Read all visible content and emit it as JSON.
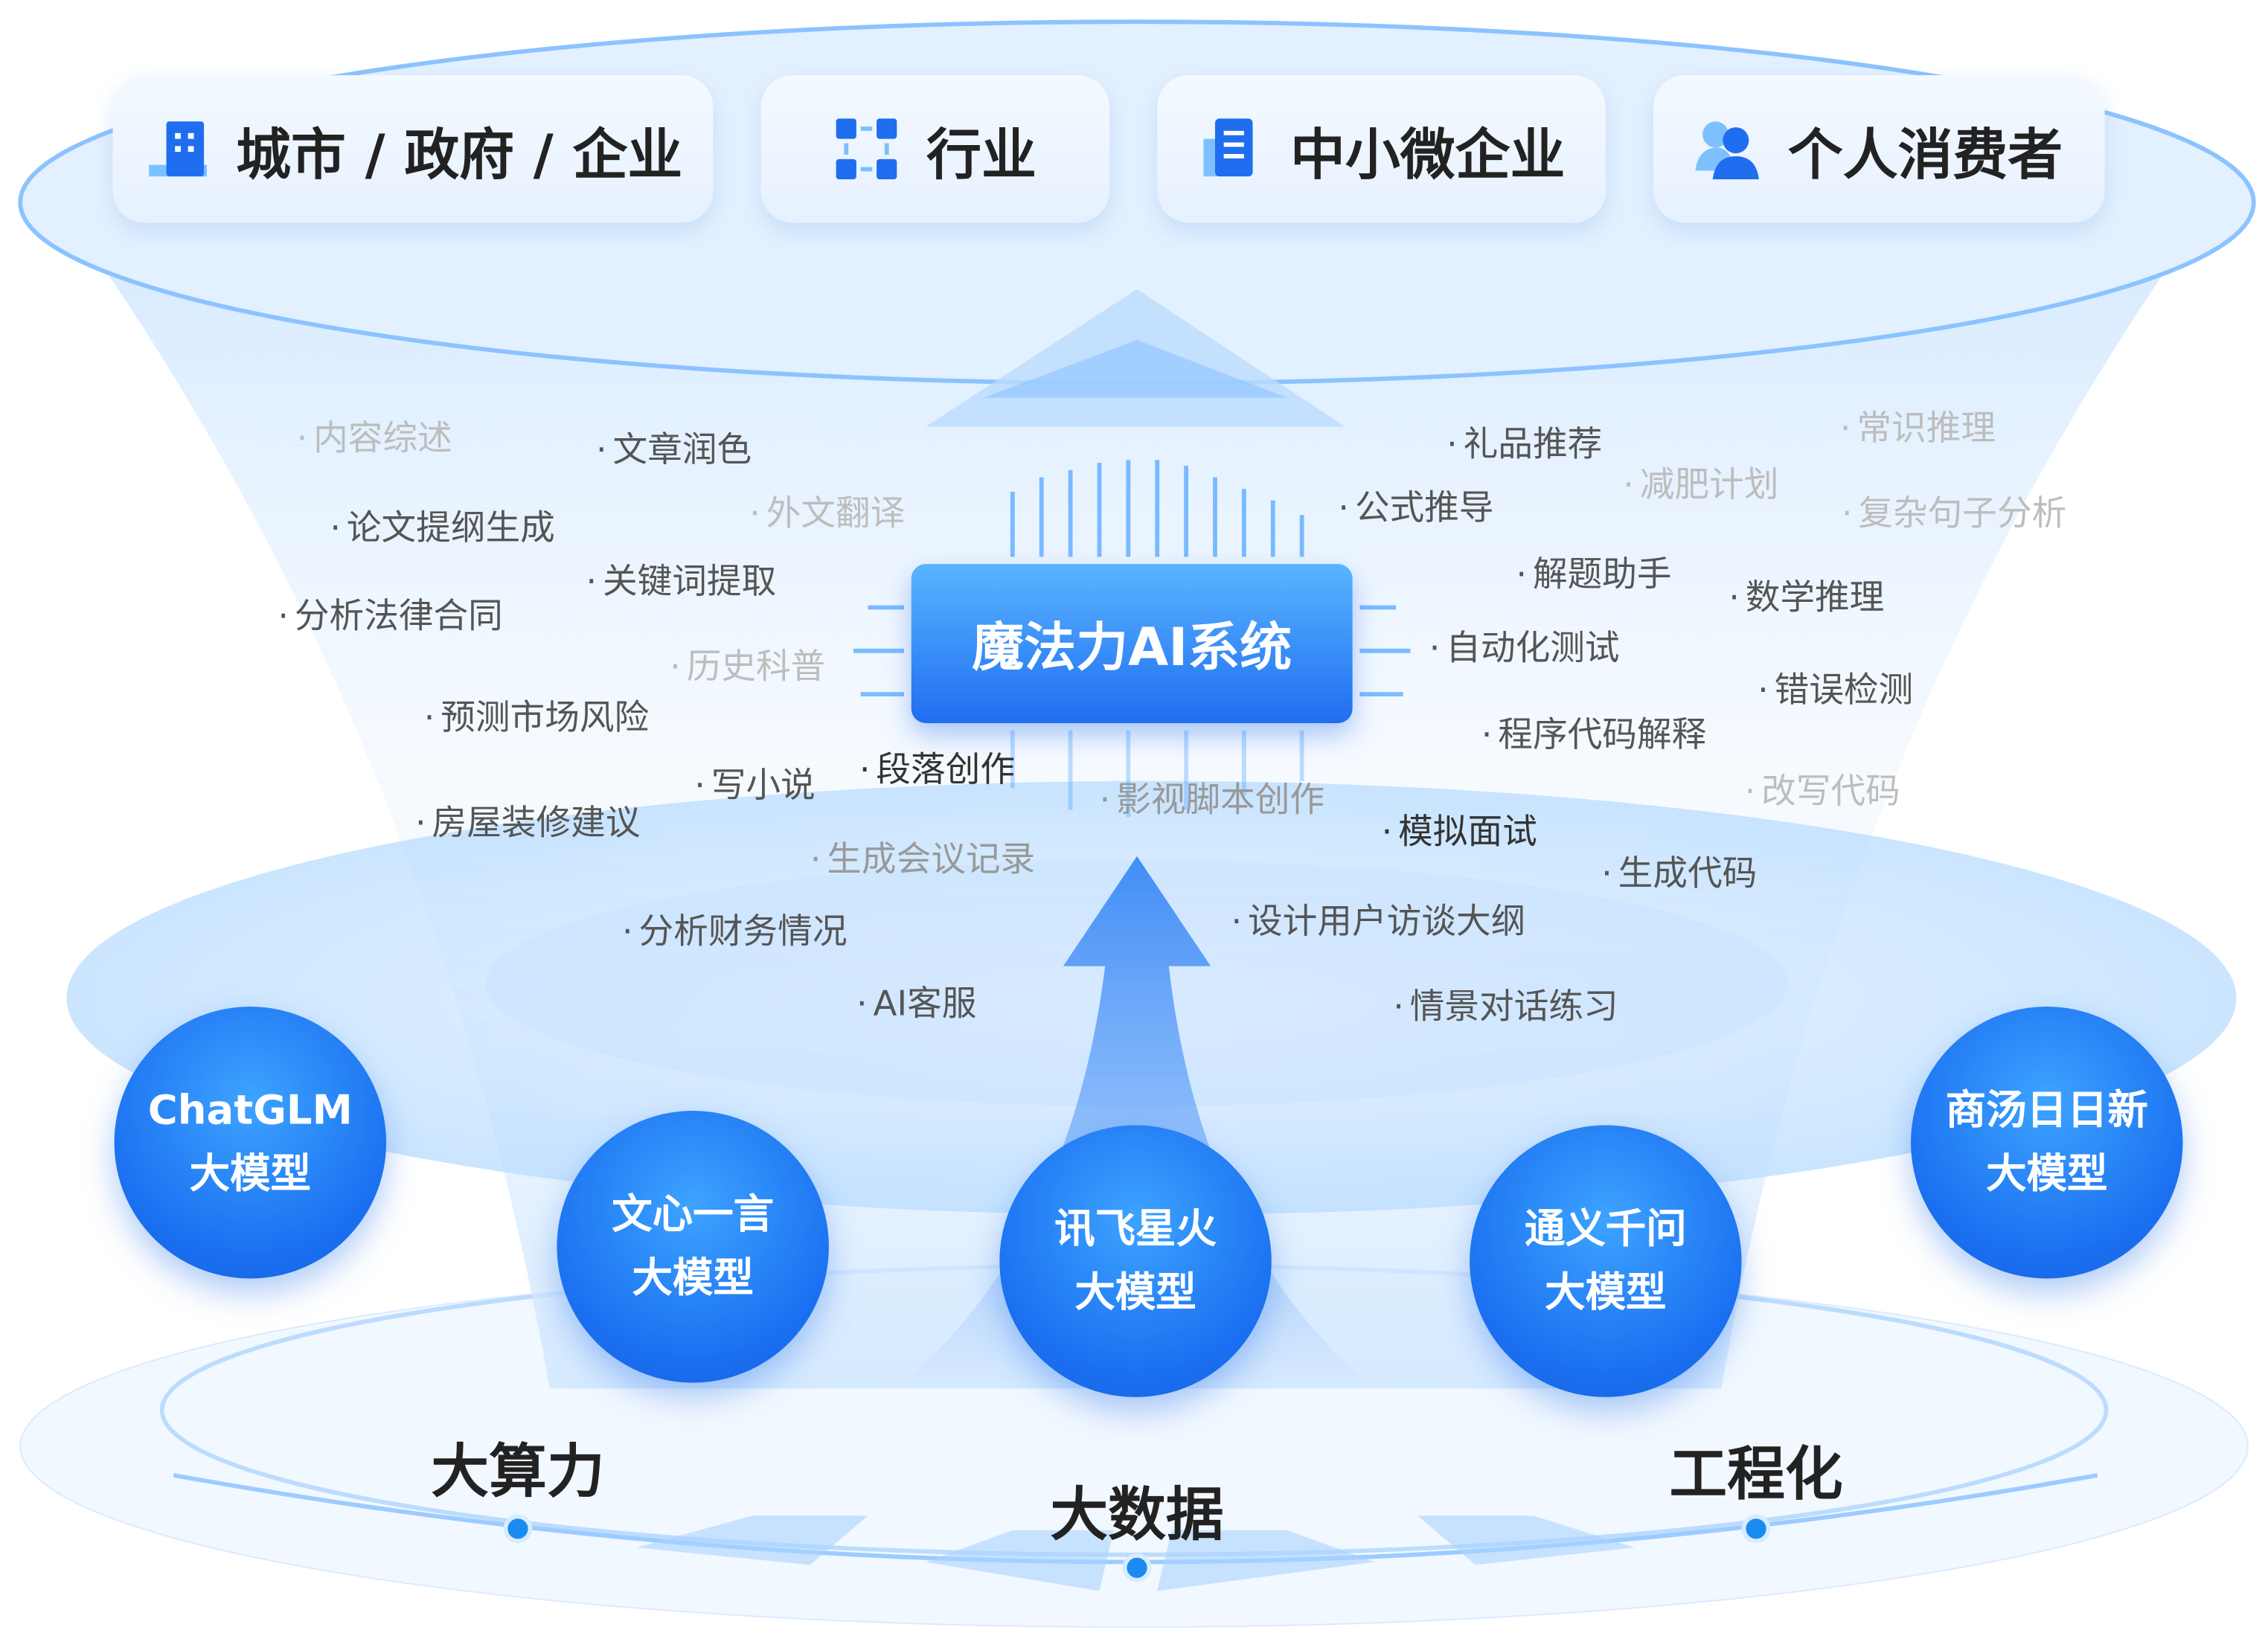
{
  "audiences": [
    {
      "label": "城市 / 政府 / 企业",
      "icon": "building-icon"
    },
    {
      "label": "行业",
      "icon": "grid-arrows-icon"
    },
    {
      "label": "中小微企业",
      "icon": "document-building-icon"
    },
    {
      "label": "个人消费者",
      "icon": "users-icon"
    }
  ],
  "core": {
    "label": "魔法力AI系统"
  },
  "capabilities": [
    "内容综述",
    "文章润色",
    "论文提纲生成",
    "外文翻译",
    "关键词提取",
    "分析法律合同",
    "历史科普",
    "预测市场风险",
    "写小说",
    "段落创作",
    "房屋装修建议",
    "生成会议记录",
    "分析财务情况",
    "AI客服",
    "礼品推荐",
    "公式推导",
    "减肥计划",
    "常识推理",
    "复杂句子分析",
    "解题助手",
    "数学推理",
    "自动化测试",
    "错误检测",
    "程序代码解释",
    "改写代码",
    "影视脚本创作",
    "模拟面试",
    "生成代码",
    "设计用户访谈大纲",
    "情景对话练习"
  ],
  "models": [
    {
      "line1": "ChatGLM",
      "line2": "大模型"
    },
    {
      "line1": "文心一言",
      "line2": "大模型"
    },
    {
      "line1": "讯飞星火",
      "line2": "大模型"
    },
    {
      "line1": "通义千问",
      "line2": "大模型"
    },
    {
      "line1": "商汤日日新",
      "line2": "大模型"
    }
  ],
  "foundations": [
    "大算力",
    "大数据",
    "工程化"
  ],
  "colors": {
    "accent": "#1f6ef0",
    "light": "#5ab4ff"
  }
}
